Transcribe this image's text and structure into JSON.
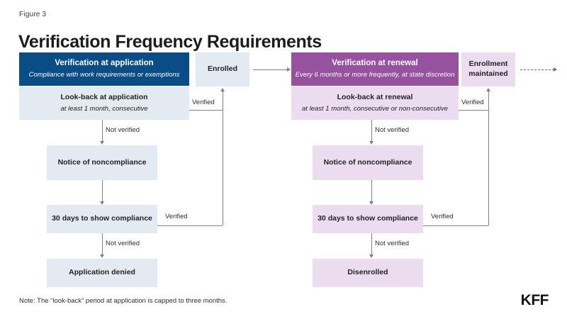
{
  "header": {
    "figure_label": "Figure  3",
    "title": "Verification Frequency Requirements"
  },
  "colors": {
    "application_header": "#0a4c86",
    "application_fill": "#e4eaf1",
    "renewal_header": "#96519f",
    "renewal_fill": "#ebdcf0",
    "connector": "#808080",
    "text": "#262626"
  },
  "application_flow": {
    "header": {
      "title": "Verification at application",
      "subtitle": "Compliance with work requirements or exemptions"
    },
    "lookback": {
      "title": "Look-back at application",
      "subtitle": "at least 1 month, consecutive"
    },
    "notice": {
      "title": "Notice of noncompliance"
    },
    "thirty_days": {
      "title": "30 days to show compliance"
    },
    "terminal": {
      "title": "Application denied"
    },
    "outcome": {
      "title": "Enrolled"
    },
    "edges": {
      "lookback_not_verified": "Not verified",
      "lookback_verified": "Verified",
      "thirty_days_not_verified": "Not verified",
      "thirty_days_verified": "Verified"
    }
  },
  "renewal_flow": {
    "header": {
      "title": "Verification at renewal",
      "subtitle": "Every 6 months or more frequently, at state discretion"
    },
    "lookback": {
      "title": "Look-back at renewal",
      "subtitle": "at least 1 month, consecutive or non-consecutive"
    },
    "notice": {
      "title": "Notice of noncompliance"
    },
    "thirty_days": {
      "title": "30 days to show compliance"
    },
    "terminal": {
      "title": "Disenrolled"
    },
    "outcome": {
      "title": "Enrollment\nmaintained"
    },
    "edges": {
      "lookback_not_verified": "Not verified",
      "lookback_verified": "Verified",
      "thirty_days_not_verified": "Not verified",
      "thirty_days_verified": "Verified"
    }
  },
  "footer": {
    "note": "Note: The “look-back” period at application is capped to three months.",
    "logo": "KFF"
  }
}
